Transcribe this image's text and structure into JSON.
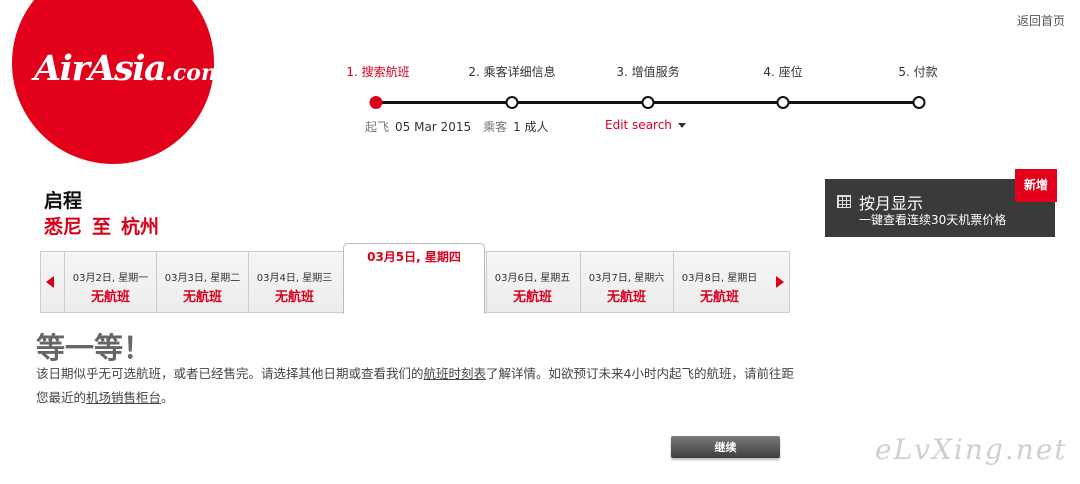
{
  "brand": {
    "logo_main": "AirAsia",
    "logo_suffix": ".com",
    "color": "#e3001b"
  },
  "header": {
    "home_link": "返回首页"
  },
  "steps": [
    {
      "label": "1. 搜索航班",
      "active": true
    },
    {
      "label": "2. 乘客详细信息",
      "active": false
    },
    {
      "label": "3. 增值服务",
      "active": false
    },
    {
      "label": "4. 座位",
      "active": false
    },
    {
      "label": "5. 付款",
      "active": false
    }
  ],
  "trip": {
    "depart_label": "起飞",
    "depart_value": "05 Mar 2015",
    "pax_label": "乘客",
    "pax_value": "1 成人",
    "edit_search": "Edit search"
  },
  "direction": {
    "title": "启程",
    "from": "悉尼",
    "to_word": "至",
    "to": "杭州"
  },
  "monthly": {
    "title": "按月显示",
    "subtitle": "一键查看连续30天机票价格",
    "badge": "新增"
  },
  "dates": [
    {
      "date": "03月2日, 星期一",
      "status": "无航班"
    },
    {
      "date": "03月3日, 星期二",
      "status": "无航班"
    },
    {
      "date": "03月4日, 星期三",
      "status": "无航班"
    },
    {
      "date": "03月5日, 星期四",
      "status": "",
      "selected": true
    },
    {
      "date": "03月6日, 星期五",
      "status": "无航班"
    },
    {
      "date": "03月7日, 星期六",
      "status": "无航班"
    },
    {
      "date": "03月8日, 星期日",
      "status": "无航班"
    }
  ],
  "message": {
    "title": "等一等！",
    "text_1": "该日期似乎无可选航班，或者已经售完。请选择其他日期或查看我们的",
    "link_1": "航班时刻表",
    "text_2": "了解详情。如欲预订未来4小时内起飞的航班，请前往距您最近的",
    "link_2": "机场销售柜台",
    "text_3": "。"
  },
  "continue_label": "继续",
  "watermark": "eLvXing.net"
}
